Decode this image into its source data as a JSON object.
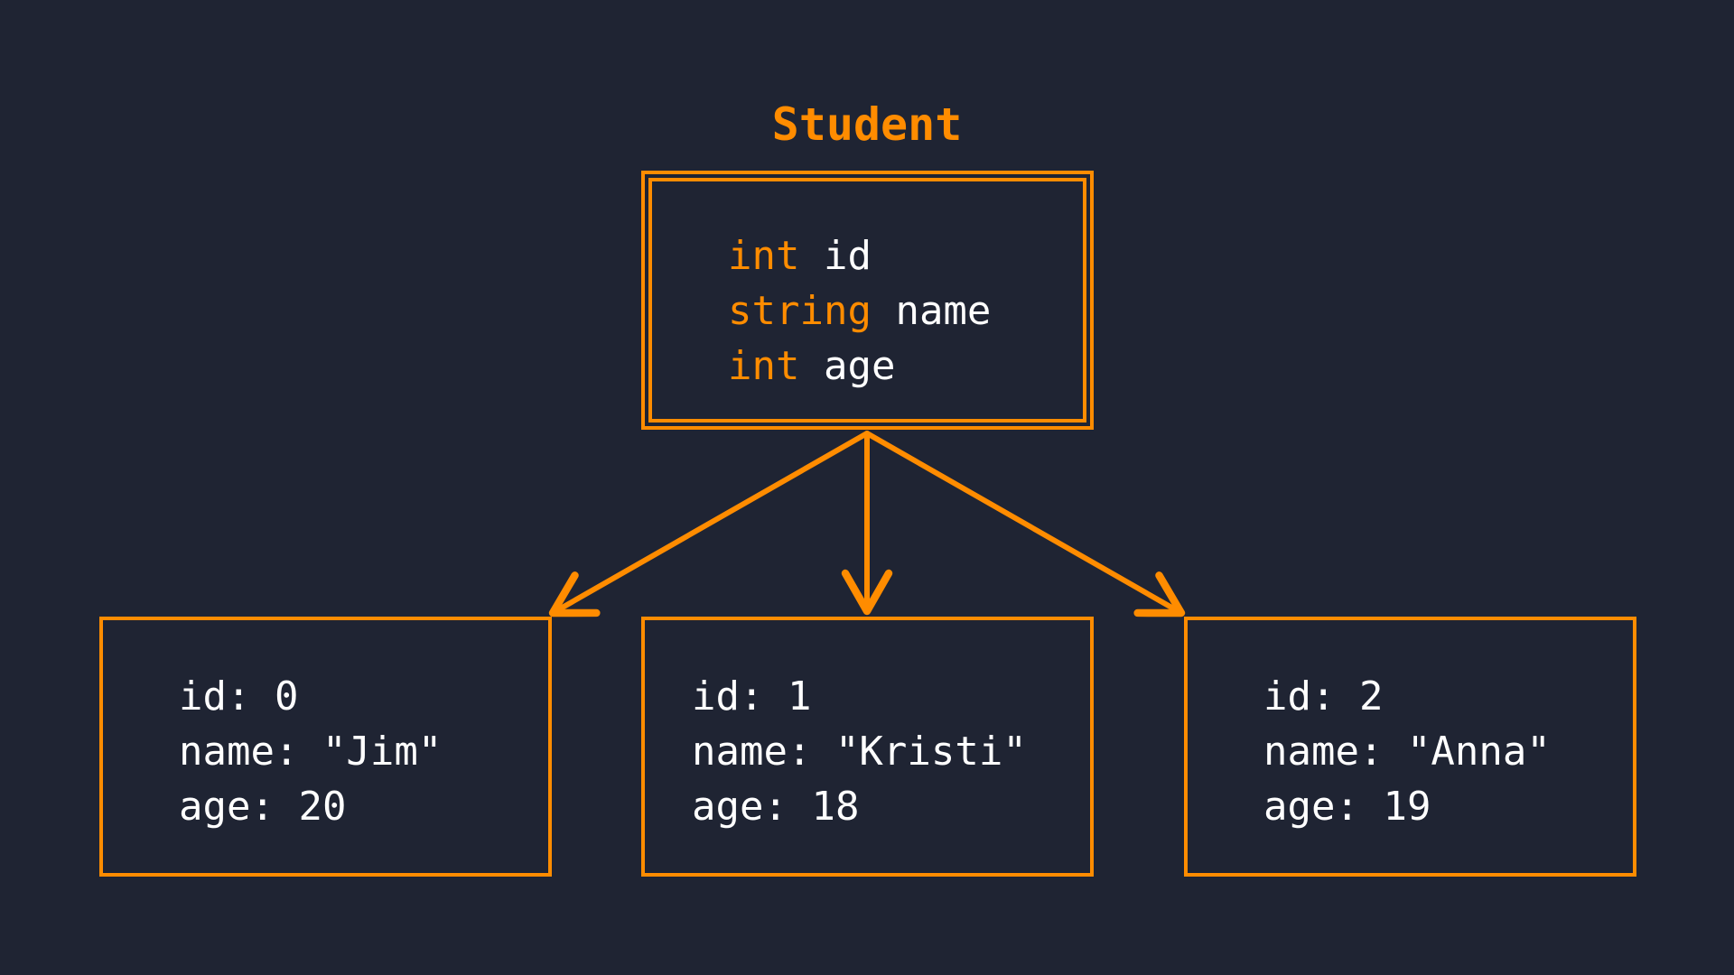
{
  "class": {
    "title": "Student",
    "fields": [
      {
        "type": "int",
        "name": "id"
      },
      {
        "type": "string",
        "name": "name"
      },
      {
        "type": "int",
        "name": "age"
      }
    ]
  },
  "instances": [
    {
      "id_line": "id: 0",
      "name_line": "name: \"Jim\"",
      "age_line": "age: 20"
    },
    {
      "id_line": "id: 1",
      "name_line": "name: \"Kristi\"",
      "age_line": "age: 18"
    },
    {
      "id_line": "id: 2",
      "name_line": "name: \"Anna\"",
      "age_line": "age: 19"
    }
  ],
  "colors": {
    "background": "#1f2433",
    "accent": "#ff8c00",
    "text": "#ffffff"
  }
}
